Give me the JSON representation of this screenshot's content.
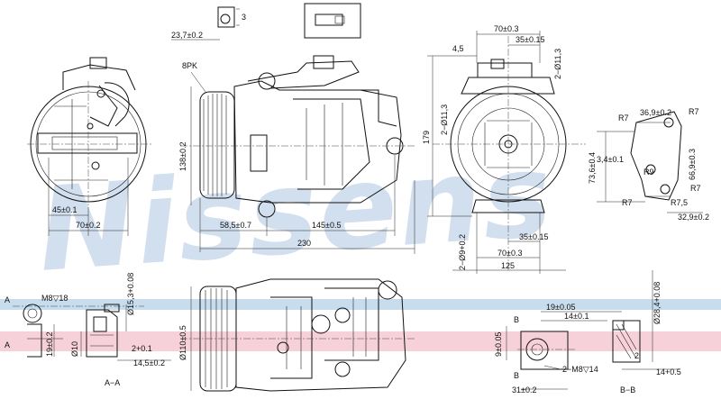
{
  "watermark": "Nissens",
  "colors": {
    "watermark": "#b9cfe6",
    "band_blue": "#b9d5ea",
    "band_pink": "#f6c9d2",
    "line": "#111111"
  },
  "side_view": {
    "dims": [
      "45±0.1",
      "70±0.2"
    ]
  },
  "main_view": {
    "dims": [
      "23,7±0.2",
      "3",
      "8PK",
      "138±0.2",
      "58,5±0.7",
      "145±0.5",
      "230"
    ]
  },
  "front_view": {
    "dims": [
      "70±0.3",
      "35±0.15",
      "4,5",
      "2−Ø11,3",
      "2−Ø11,3",
      "179",
      "2−Ø9+0.2",
      "35±0.15",
      "70±0.3",
      "125"
    ]
  },
  "bracket_view": {
    "dims": [
      "R7",
      "36,9±0.2",
      "R7",
      "66,9±0.3",
      "73,6±0.4",
      "3,4±0.1",
      "R9",
      "R7",
      "R7",
      "R7,5",
      "32,9±0.2"
    ]
  },
  "section_aa": {
    "dims": [
      "A",
      "M8▽18",
      "Ø15,3+0.08",
      "A",
      "19±0.2",
      "Ø10",
      "2+0.1",
      "14,5±0.2"
    ],
    "caption": "A−A"
  },
  "bottom_view": {
    "dims": [
      "Ø110±0.5"
    ]
  },
  "section_bb": {
    "dims": [
      "19±0.05",
      "14±0.1",
      "Ø28,4+0.08",
      "9±0.05",
      "B",
      "B",
      "2",
      "2−M8▽14",
      "14+0.5",
      "31±0.2"
    ],
    "caption": "B−B"
  }
}
